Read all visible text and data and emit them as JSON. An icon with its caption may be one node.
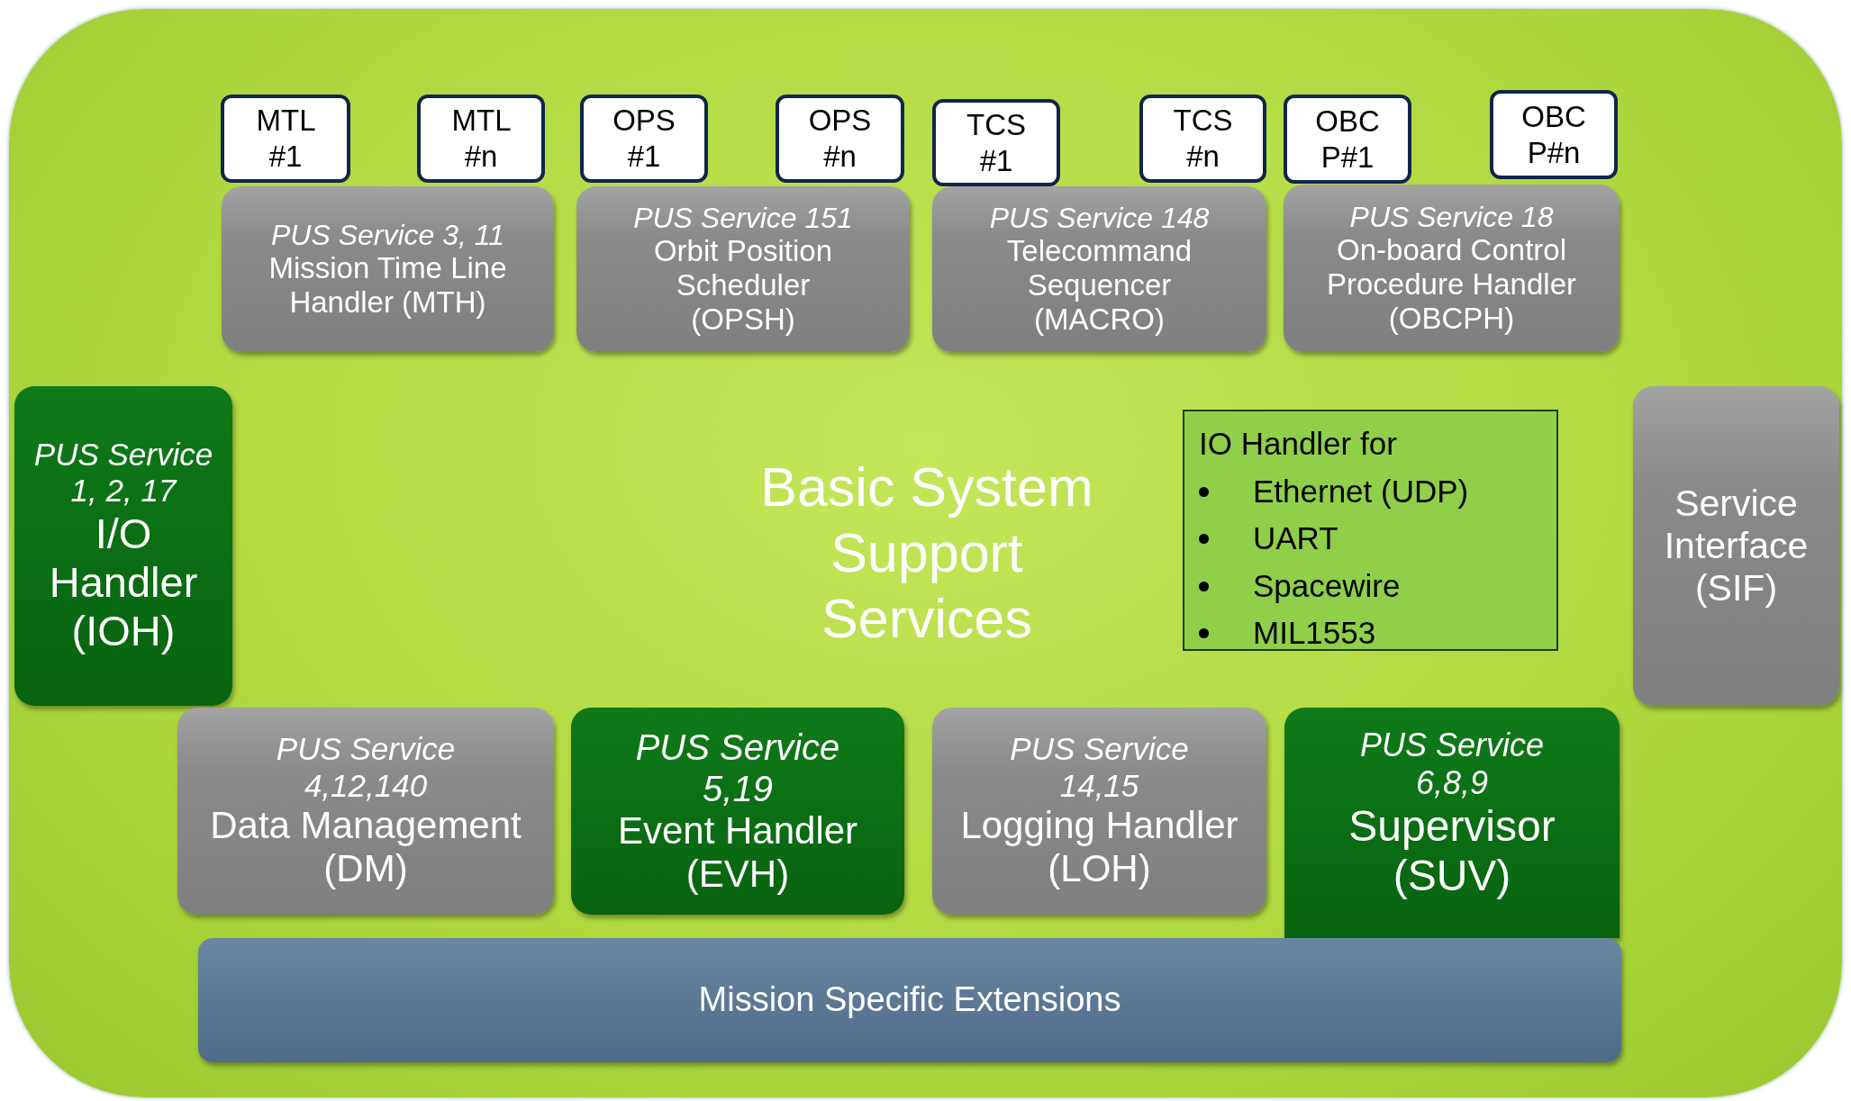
{
  "diagram": {
    "nodes": [
      {
        "text": [
          "Basic System Support Services"
        ]
      },
      {
        "text": [
          "MTL #1"
        ],
        "in": 0
      },
      {
        "text": [
          "MTL #n"
        ],
        "in": 0
      },
      {
        "text": [
          "OPS #1"
        ],
        "in": 0
      },
      {
        "text": [
          "OPS #n"
        ],
        "in": 0
      },
      {
        "text": [
          "TCS #1"
        ],
        "in": 0
      },
      {
        "text": [
          "TCS #n"
        ],
        "in": 0
      },
      {
        "text": [
          "OBC P#1"
        ],
        "in": 0
      },
      {
        "text": [
          "OBC P#n"
        ],
        "in": 0
      },
      {
        "text": [
          "PUS Service 3, 11",
          "Mission Time Line Handler (MTH)"
        ],
        "in": 0
      },
      {
        "text": [
          "PUS Service 151",
          "Orbit Position Scheduler (OPSH)"
        ],
        "in": 0
      },
      {
        "text": [
          "PUS Service 148",
          "Telecommand Sequencer (MACRO)"
        ],
        "in": 0
      },
      {
        "text": [
          "PUS Service 18",
          "On-board Control Procedure Handler (OBCPH)"
        ],
        "in": 0
      },
      {
        "text": [
          "PUS Service 1, 2, 17",
          "I/O Handler (IOH)"
        ],
        "in": 0
      },
      {
        "text": [
          "IO Handler for",
          "Ethernet (UDP)",
          "UART",
          "Spacewire",
          "MIL1553"
        ],
        "in": 0
      },
      {
        "text": [
          "Service Interface (SIF)"
        ],
        "in": 0
      },
      {
        "text": [
          "PUS Service 4,12,140",
          "Data Management (DM)"
        ],
        "in": 0
      },
      {
        "text": [
          "PUS Service 5,19",
          "Event Handler (EVH)"
        ],
        "in": 0
      },
      {
        "text": [
          "PUS Service 14,15",
          "Logging Handler (LOH)"
        ],
        "in": 0
      },
      {
        "text": [
          "PUS Service 6,8,9",
          "Supervisor (SUV)"
        ],
        "in": 0
      },
      {
        "text": [
          "Mission Specific Extensions"
        ],
        "in": 0
      }
    ]
  }
}
